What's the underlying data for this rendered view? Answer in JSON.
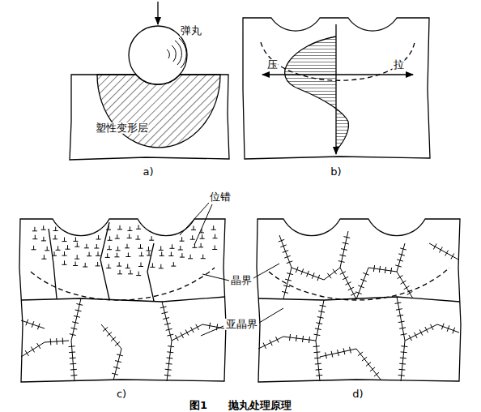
{
  "diagram": {
    "caption": "图1　　抛丸处理原理",
    "labels": [
      "弹丸",
      "塑性变形层",
      "压",
      "拉",
      "a)",
      "b)",
      "位错",
      "晶界",
      "亚晶界",
      "c)",
      "d)"
    ]
  }
}
